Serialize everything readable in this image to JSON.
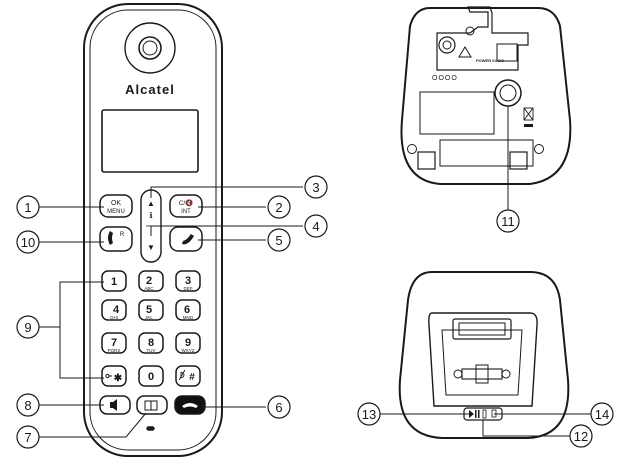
{
  "brand": {
    "name": "Alcatel"
  },
  "colors": {
    "line": "#1a1a1a",
    "fill": "#ffffff",
    "hangup": "#111111"
  },
  "keys": {
    "ok_top": "OK",
    "ok_bottom": "MENU",
    "clear_top": "C/🔇",
    "clear_bottom": "INT",
    "nav_up": "▲",
    "nav_down": "▼",
    "recall": "R",
    "k1": "1",
    "k1_sub": "",
    "k2": "2",
    "k2_sub": "ABC",
    "k3": "3",
    "k3_sub": "DEF",
    "k4": "4",
    "k4_sub": "GHI",
    "k5": "5",
    "k5_sub": "JKL",
    "k6": "6",
    "k6_sub": "MNO",
    "k7": "7",
    "k7_sub": "PQRS",
    "k8": "8",
    "k8_sub": "TUV",
    "k9": "9",
    "k9_sub": "WXYZ",
    "kstar": "✱",
    "k0": "0",
    "khash": "#"
  },
  "base_labels": {
    "power": "POWER 6V DC",
    "dots": "OOOO"
  },
  "callouts": [
    "1",
    "2",
    "3",
    "4",
    "5",
    "6",
    "7",
    "8",
    "9",
    "10",
    "11",
    "12",
    "13",
    "14"
  ],
  "icons": {
    "ear": "earpiece-icon",
    "pickup": "phone-pickup-icon",
    "hangup": "phone-hangup-icon",
    "speaker": "speaker-icon",
    "book": "phonebook-icon",
    "page": "page-locate-icon"
  }
}
